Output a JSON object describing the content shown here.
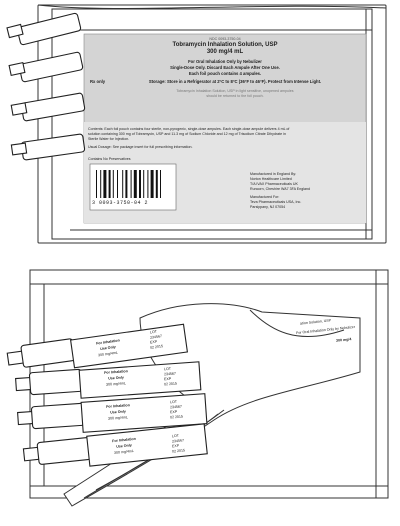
{
  "top_pouch": {
    "ndc": "NDC 0093-3750-04",
    "product_name": "Tobramycin Inhalation Solution, USP",
    "strength": "300 mg/4 mL",
    "route": "For Oral Inhalation Only by Nebulizer",
    "single_dose": "Single-Dose Only. Discard Each Ampule After One Use.",
    "contains": "Each foil pouch contains 4 ampules.",
    "storage": "Storage: Store in a Refrigerator at 2°C to 8°C (36°F to 46°F). Protect from Intense Light.",
    "rx_only": "Rx only",
    "storage_note_1": "Tobramycin Inhalation Solution, USP in light sensitive, unopened ampules",
    "storage_note_2": "should be returned to the foil pouch.",
    "contents_1": "Contents: Each foil pouch contains four sterile, non-pyrogenic, single-dose ampules. Each single-dose ampule delivers 4 mL of",
    "contents_2": "solution containing 300 mg of Tobramycin, USP and 11.3 mg of Sodium Chloride and 12 mg of Trisodium Citrate Dihydrate in",
    "contents_3": "Sterile Water for Injection.",
    "usual_dosage": "Usual Dosage: See package insert for full prescribing information.",
    "preservatives": "Contains No Preservatives",
    "barcode_number": "3   0093-3750-04   2",
    "mfr_1": "Manufactured in England By:",
    "mfr_2": "Norton Healthcare Limited",
    "mfr_3": "T/A IVAX Pharmaceuticals UK",
    "mfr_4": "Runcorn, Cheshire WA7 3FA England",
    "mfd_for_1": "Manufactured For:",
    "mfd_for_2": "Teva Pharmaceuticals USA, Inc.",
    "mfd_for_3": "Parsippany, NJ 07054"
  },
  "bottom_pouch": {
    "peeled_text_1": "ation Solution, USP",
    "peeled_text_2": "For Oral Inhalation Only by Nebulizer",
    "peeled_text_3": "300 mg/4",
    "ampule_label_1": "For Inhalation",
    "ampule_label_2": "Use Only",
    "ampule_label_3": "300 mg/4mL",
    "lot_label": "LOT",
    "lot_value": "234567",
    "exp_label": "EXP",
    "exp_value": "02 2015"
  },
  "ampule_count_top": 4,
  "ampule_count_bottom": 4
}
